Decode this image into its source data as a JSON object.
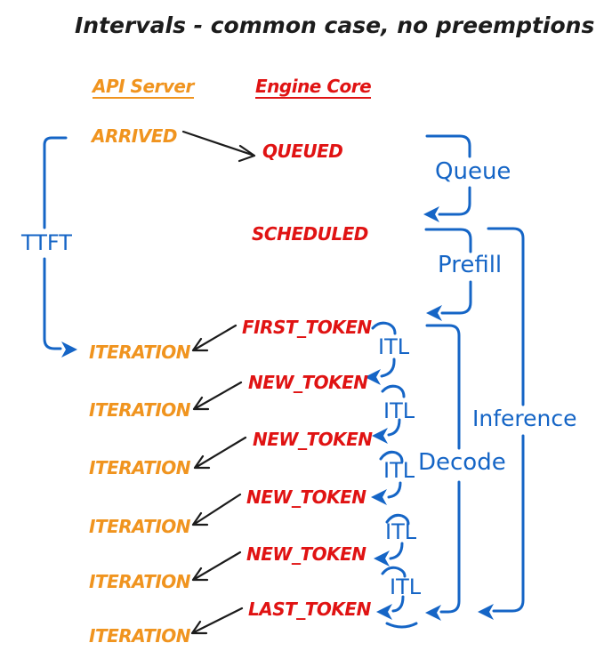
{
  "title": "Intervals - common case, no preemptions",
  "headers": {
    "api_server": "API Server",
    "engine_core": "Engine Core"
  },
  "api_column": {
    "arrived": "ARRIVED",
    "iterations": [
      "ITERATION",
      "ITERATION",
      "ITERATION",
      "ITERATION",
      "ITERATION",
      "ITERATION"
    ]
  },
  "engine_column": {
    "queued": "QUEUED",
    "scheduled": "SCHEDULED",
    "first_token": "FIRST_TOKEN",
    "new_tokens": [
      "NEW_TOKEN",
      "NEW_TOKEN",
      "NEW_TOKEN",
      "NEW_TOKEN"
    ],
    "last_token": "LAST_TOKEN"
  },
  "intervals": {
    "ttft": "TTFT",
    "queue": "Queue",
    "prefill": "Prefill",
    "decode": "Decode",
    "inference": "Inference",
    "itl": [
      "ITL",
      "ITL",
      "ITL",
      "ITL",
      "ITL"
    ]
  },
  "colors": {
    "orange": "#F0941F",
    "red": "#E01313",
    "blue": "#1565C6",
    "ink": "#1c1c1c"
  }
}
